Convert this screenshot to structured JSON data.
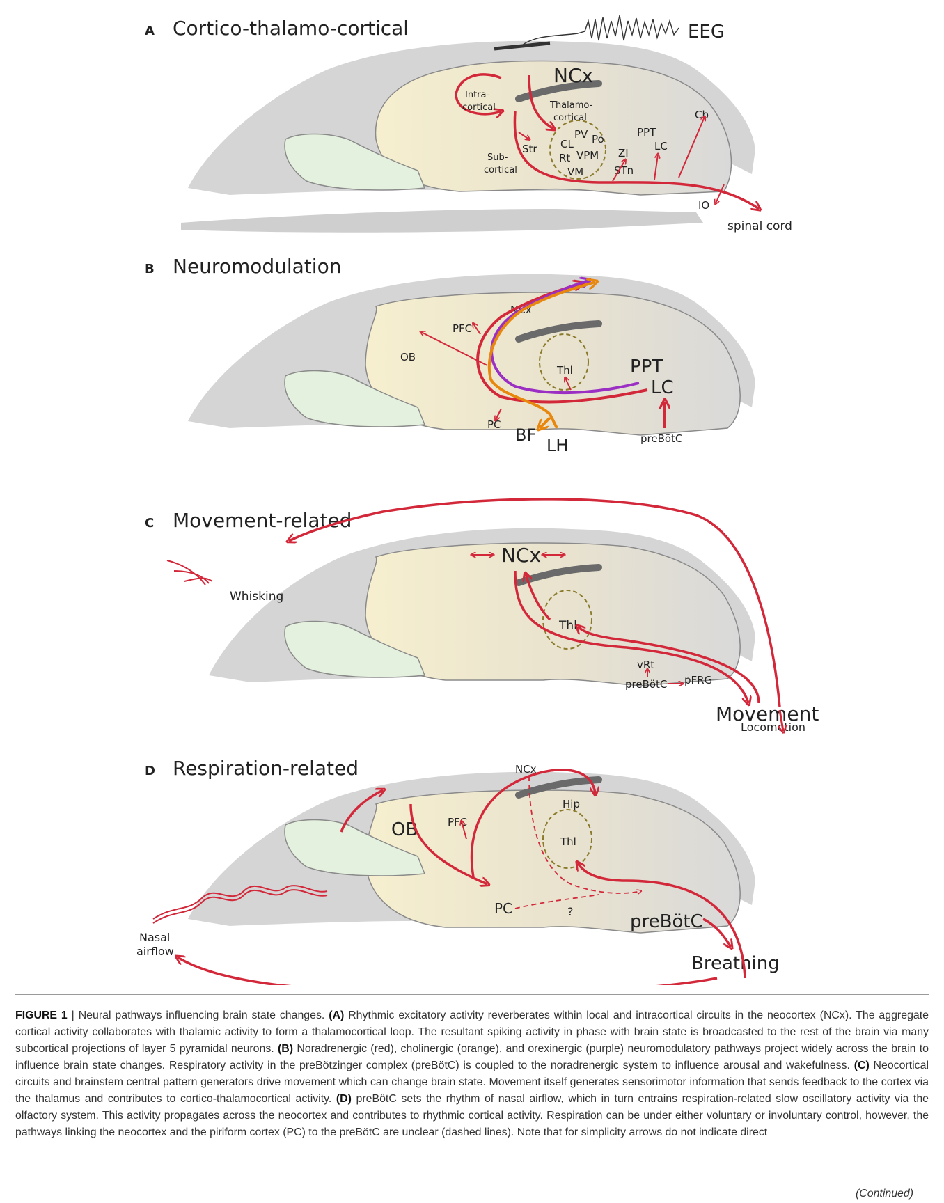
{
  "panels": [
    {
      "letter": "A",
      "title": "Cortico-thalamo-cortical",
      "labels": {
        "eeg": "EEG",
        "ncx": "NCx",
        "intra": "Intra-",
        "cortical": "cortical",
        "thalamo": "Thalamo-",
        "thalcortical": "cortical",
        "str": "Str",
        "sub": "Sub-",
        "subcortical": "cortical",
        "cl": "CL",
        "pv": "PV",
        "po": "Po",
        "rt": "Rt",
        "vpm": "VPM",
        "vm": "VM",
        "zi": "ZI",
        "stn": "STn",
        "ppt": "PPT",
        "lc": "LC",
        "cb": "Cb",
        "io": "IO",
        "spinal": "spinal cord"
      }
    },
    {
      "letter": "B",
      "title": "Neuromodulation",
      "labels": {
        "ncx": "NCx",
        "pfc": "PFC",
        "ob": "OB",
        "thl": "Thl",
        "ppt": "PPT",
        "lc": "LC",
        "pc": "PC",
        "bf": "BF",
        "lh": "LH",
        "prebotc": "preBötC"
      }
    },
    {
      "letter": "C",
      "title": "Movement-related",
      "labels": {
        "ncx": "NCx",
        "whisking": "Whisking",
        "thl": "Thl",
        "vrt": "vRt",
        "prebotc": "preBötC",
        "pfrg": "pFRG",
        "movement": "Movement",
        "locomotion": "Locomotion"
      }
    },
    {
      "letter": "D",
      "title": "Respiration-related",
      "labels": {
        "ncx": "NCx",
        "pfc": "PFC",
        "ob": "OB",
        "hip": "Hip",
        "thl": "Thl",
        "pc": "PC",
        "q": "?",
        "prebotc": "preBötC",
        "breathing": "Breathing",
        "nasal": "Nasal",
        "airflow": "airflow"
      }
    }
  ],
  "colors": {
    "pathway": "#d2283a",
    "cholinergic": "#e8870e",
    "orexinergic": "#9b2fc4",
    "brain": "#efe7c9",
    "skull": "#c7c7c7",
    "nasal": "#e4f1de"
  },
  "caption": {
    "label": "FIGURE 1",
    "sep": " | ",
    "intro": "Neural pathways influencing brain state changes. ",
    "a_tag": "(A)",
    "a_text": " Rhythmic excitatory activity reverberates within local and intracortical circuits in the neocortex (NCx). The aggregate cortical activity collaborates with thalamic activity to form a thalamocortical loop. The resultant spiking activity in phase with brain state is broadcasted to the rest of the brain via many subcortical projections of layer 5 pyramidal neurons. ",
    "b_tag": "(B)",
    "b_text": " Noradrenergic (red), cholinergic (orange), and orexinergic (purple) neuromodulatory pathways project widely across the brain to influence brain state changes. Respiratory activity in the preBötzinger complex (preBötC) is coupled to the noradrenergic system to influence arousal and wakefulness. ",
    "c_tag": "(C)",
    "c_text": " Neocortical circuits and brainstem central pattern generators drive movement which can change brain state. Movement itself generates sensorimotor information that sends feedback to the cortex via the thalamus and contributes to cortico-thalamocortical activity. ",
    "d_tag": "(D)",
    "d_text": " preBötC sets the rhythm of nasal airflow, which in turn entrains respiration-related slow oscillatory activity via the olfactory system. This activity propagates across the neocortex and contributes to rhythmic cortical activity. Respiration can be under either voluntary or involuntary control, however, the pathways linking the neocortex and the piriform cortex (PC) to the preBötC are unclear (dashed lines). Note that for simplicity arrows do not indicate direct",
    "continued": "(Continued)"
  }
}
